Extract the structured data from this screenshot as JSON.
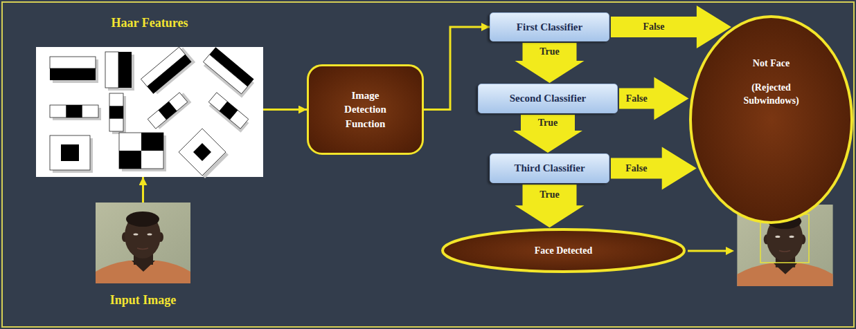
{
  "diagram": {
    "nodes": [
      {
        "text": [
          "Haar Features"
        ]
      },
      {
        "text": [
          "Input Image"
        ]
      },
      {
        "text": [
          "Image Detection Function"
        ]
      },
      {
        "text": [
          "First Classifier"
        ]
      },
      {
        "text": [
          "Second Classifier"
        ]
      },
      {
        "text": [
          "Third Classifier"
        ]
      },
      {
        "text": [
          "Not Face",
          "(Rejected Subwindows)"
        ]
      },
      {
        "text": [
          "Face Detected"
        ]
      }
    ],
    "edges": [
      {
        "from": 1,
        "to": 0,
        "arrow": "to"
      },
      {
        "from": 0,
        "to": 2,
        "arrow": "to"
      },
      {
        "from": 2,
        "to": 3,
        "arrow": "to"
      },
      {
        "from": 3,
        "to": 6,
        "label": "False",
        "arrow": "to"
      },
      {
        "from": 3,
        "to": 4,
        "label": "True",
        "arrow": "to"
      },
      {
        "from": 4,
        "to": 6,
        "label": "False",
        "arrow": "to"
      },
      {
        "from": 4,
        "to": 5,
        "label": "True",
        "arrow": "to"
      },
      {
        "from": 5,
        "to": 6,
        "label": "False",
        "arrow": "to"
      },
      {
        "from": 5,
        "to": 7,
        "label": "True",
        "arrow": "to"
      }
    ]
  }
}
